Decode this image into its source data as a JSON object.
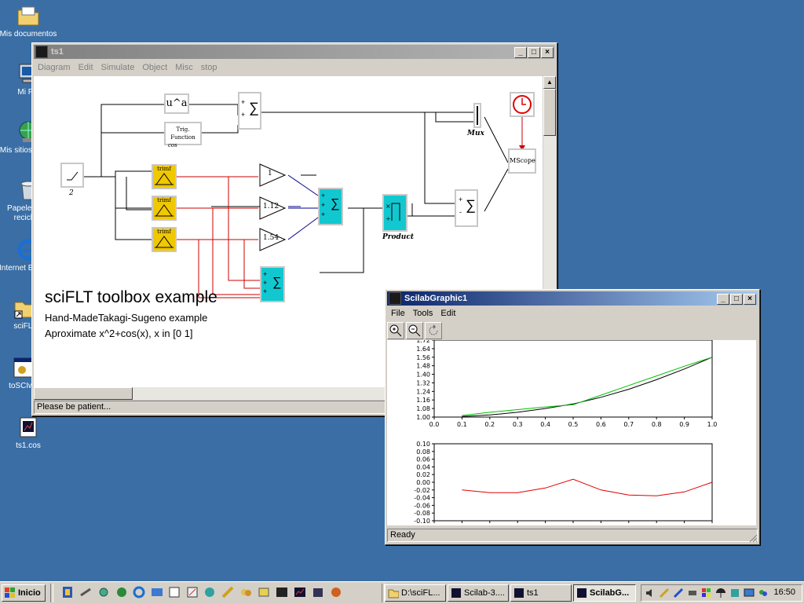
{
  "desktop": {
    "icons": [
      {
        "label": "Mis documentos"
      },
      {
        "label": "Mi PC"
      },
      {
        "label": "Mis sitios de red"
      },
      {
        "label": "Papelera de reciclaje"
      },
      {
        "label": "Internet Explorer"
      },
      {
        "label": "sciFLT"
      },
      {
        "label": "toSCIwo"
      },
      {
        "label": "ts1.cos"
      }
    ]
  },
  "ts1_window": {
    "title": "ts1",
    "menu": [
      "Diagram",
      "Edit",
      "Simulate",
      "Object",
      "Misc",
      "stop"
    ],
    "status": "Please be patient...",
    "canvas": {
      "heading": "sciFLT toolbox example",
      "line1": "Hand-MadeTakagi-Sugeno example",
      "line2": "Aproximate x^2+cos(x), x in [0 1]",
      "blocks": {
        "power": "u^a",
        "trig": "Trig. Function",
        "trig_sub": "cos",
        "ramp_sub": "2",
        "trimf": "trimf",
        "gain1": "1",
        "gain2": "1.12",
        "gain3": "1.54",
        "product": "Product",
        "mux": "Mux",
        "mscope": "MScope",
        "plus": "+",
        "minus": "-",
        "sigma": "∑"
      }
    }
  },
  "sg_window": {
    "title": "ScilabGraphic1",
    "menu": [
      "File",
      "Tools",
      "Edit"
    ],
    "status": "Ready",
    "tools": [
      "zoom-in",
      "zoom-out",
      "rotate"
    ]
  },
  "chart_data": [
    {
      "type": "line",
      "x": [
        0.1,
        0.2,
        0.3,
        0.4,
        0.5,
        0.6,
        0.7,
        0.8,
        0.9,
        1.0
      ],
      "xlim": [
        0.0,
        1.0
      ],
      "ylim": [
        1.0,
        1.72
      ],
      "xticks": [
        "0.0",
        "0.1",
        "0.2",
        "0.3",
        "0.4",
        "0.5",
        "0.6",
        "0.7",
        "0.8",
        "0.9",
        "1.0"
      ],
      "yticks": [
        "1.00",
        "1.08",
        "1.16",
        "1.24",
        "1.32",
        "1.40",
        "1.48",
        "1.56",
        "1.64",
        "1.72"
      ],
      "series": [
        {
          "color": "#000000",
          "values": [
            1.005,
            1.02,
            1.045,
            1.08,
            1.123,
            1.185,
            1.26,
            1.35,
            1.45,
            1.56
          ]
        },
        {
          "color": "#00c000",
          "values": [
            1.015,
            1.045,
            1.07,
            1.095,
            1.115,
            1.205,
            1.295,
            1.385,
            1.475,
            1.56
          ]
        }
      ]
    },
    {
      "type": "line",
      "x": [
        0.1,
        0.2,
        0.3,
        0.4,
        0.5,
        0.6,
        0.7,
        0.8,
        0.9,
        1.0
      ],
      "xlim": [
        0.0,
        1.0
      ],
      "ylim": [
        -0.1,
        0.1
      ],
      "xticks": [
        "0.0",
        "0.1",
        "0.2",
        "0.3",
        "0.4",
        "0.5",
        "0.6",
        "0.7",
        "0.8",
        "0.9",
        "1.0"
      ],
      "yticks": [
        "-0.10",
        "-0.08",
        "-0.06",
        "-0.04",
        "-0.02",
        "0.00",
        "0.02",
        "0.04",
        "0.06",
        "0.08",
        "0.10"
      ],
      "series": [
        {
          "color": "#e00000",
          "values": [
            -0.02,
            -0.027,
            -0.027,
            -0.015,
            0.008,
            -0.02,
            -0.033,
            -0.035,
            -0.025,
            0.0
          ]
        }
      ]
    }
  ],
  "taskbar": {
    "start_label": "Inicio",
    "buttons": [
      {
        "label": "D:\\sciFL..."
      },
      {
        "label": "Scilab-3...."
      },
      {
        "label": "ts1"
      },
      {
        "label": "ScilabG..."
      }
    ],
    "clock": "16:50"
  }
}
